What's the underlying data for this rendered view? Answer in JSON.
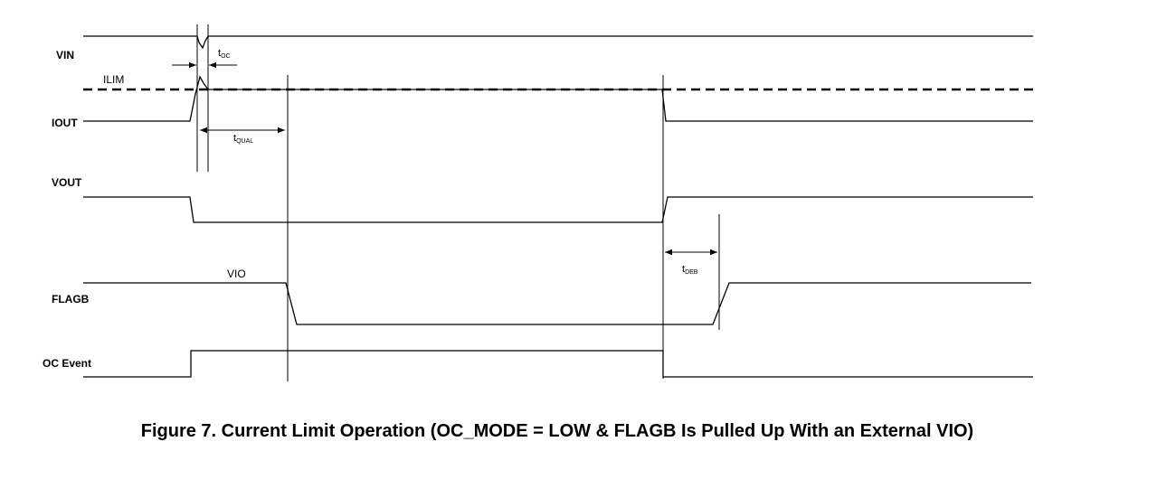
{
  "signals": {
    "vin": "VIN",
    "iout": "IOUT",
    "vout": "VOUT",
    "flagb": "FLAGB",
    "oc_event": "OC Event"
  },
  "annotations": {
    "ilim": "ILIM",
    "vio": "VIO"
  },
  "timing": {
    "toc": {
      "main": "t",
      "sub": "OC"
    },
    "tqual": {
      "main": "t",
      "sub": "QUAL"
    },
    "tdeb": {
      "main": "t",
      "sub": "DEB"
    }
  },
  "caption": "Figure 7. Current Limit Operation (OC_MODE = LOW & FLAGB Is Pulled Up With an External VIO)"
}
